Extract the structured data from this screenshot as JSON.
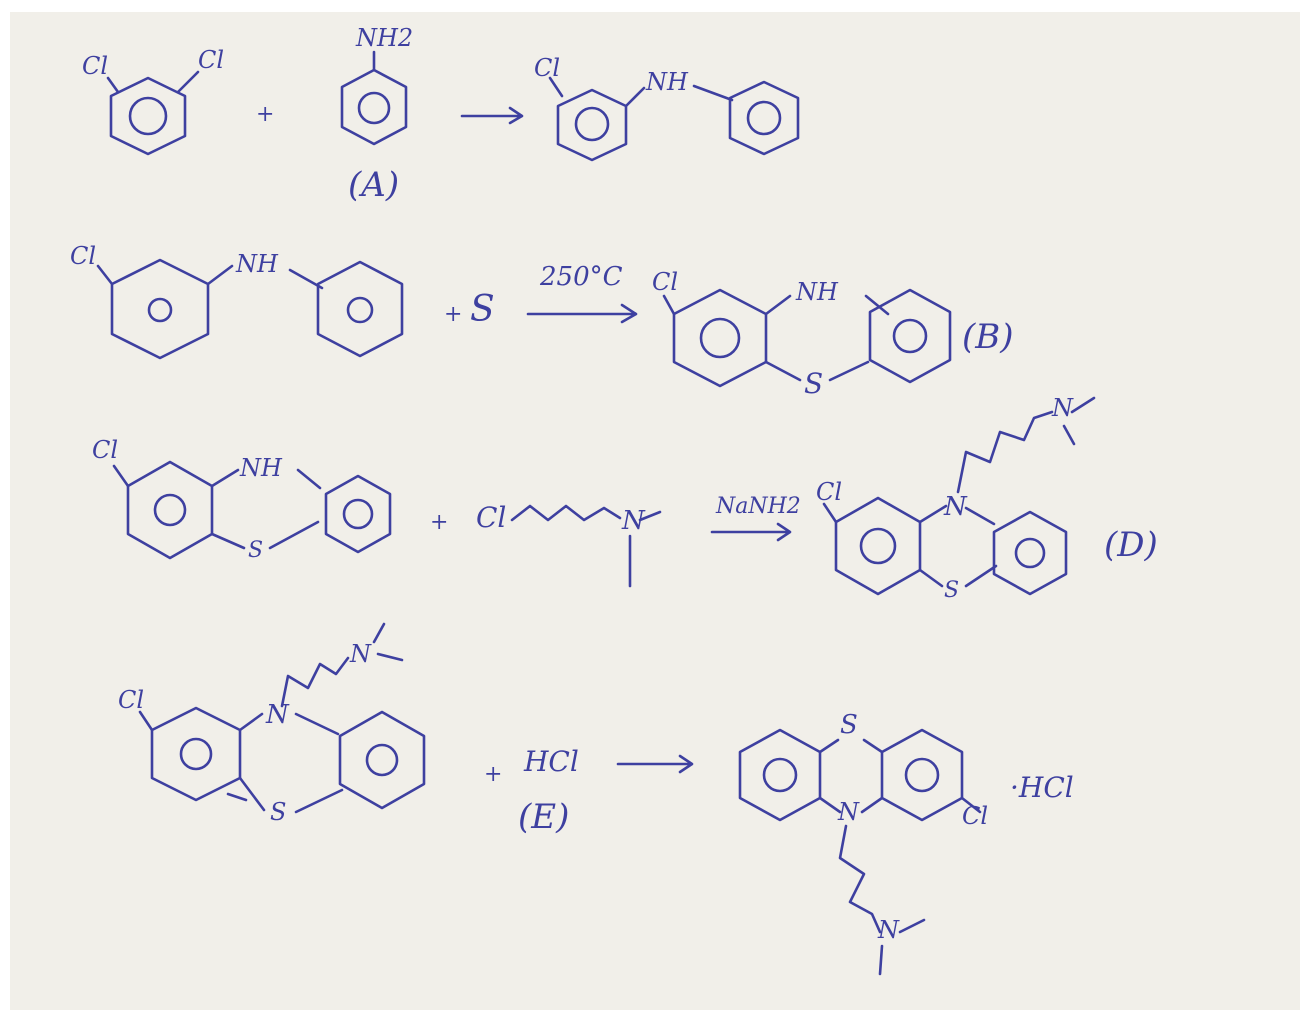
{
  "scheme": {
    "labels": {
      "r1_cl_a": "Cl",
      "r1_cl_b": "Cl",
      "r1_nh2": "NH2",
      "r1_plus": "+",
      "r1_tag_a": "(A)",
      "r1_cl_prod": "Cl",
      "r1_nh_prod": "NH",
      "r2_cl": "Cl",
      "r2_nh": "NH",
      "r2_plus": "+",
      "r2_s": "S",
      "r2_cond": "250°C",
      "r2_cl_prod": "Cl",
      "r2_nh_prod": "NH",
      "r2_s_prod": "S",
      "r2_tag_b": "(B)",
      "r3_cl": "Cl",
      "r3_nh": "NH",
      "r3_s": "S",
      "r3_plus": "+",
      "r3_cl_reagent": "Cl",
      "r3_n_reagent": "N",
      "r3_cond": "NaNH2",
      "r3_cl_prod": "Cl",
      "r3_n_prod": "N",
      "r3_n_side": "N",
      "r3_s_prod": "S",
      "r3_tag_d": "(D)",
      "r4_cl": "Cl",
      "r4_n": "N",
      "r4_n_side": "N",
      "r4_s": "S",
      "r4_plus": "+",
      "r4_hcl": "HCl",
      "r4_tag_e": "(E)",
      "r4_s_prod": "S",
      "r4_n_prod": "N",
      "r4_cl_prod": "Cl",
      "r4_salt": "·HCl",
      "r4_n_side_prod": "N"
    }
  }
}
